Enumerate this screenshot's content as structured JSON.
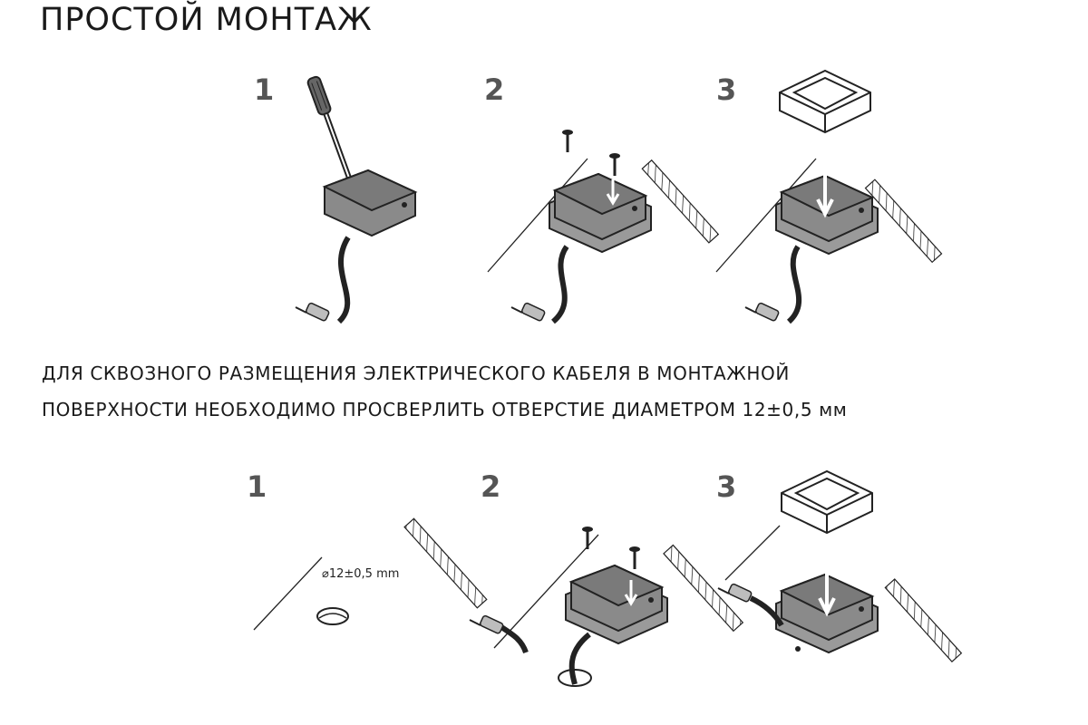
{
  "title": "ПРОСТОЙ МОНТАЖ",
  "top_row": {
    "steps": [
      "1",
      "2",
      "3"
    ]
  },
  "note": {
    "line1": "ДЛЯ СКВОЗНОГО РАЗМЕЩЕНИЯ ЭЛЕКТРИЧЕСКОГО КАБЕЛЯ В МОНТАЖНОЙ",
    "line2": "ПОВЕРХНОСТИ НЕОБХОДИМО ПРОСВЕРЛИТЬ  ОТВЕРСТИЕ ДИАМЕТРОМ 12±0,5 мм"
  },
  "bottom_row": {
    "steps": [
      "1",
      "2",
      "3"
    ],
    "hole_label": "⌀12±0,5 mm"
  }
}
